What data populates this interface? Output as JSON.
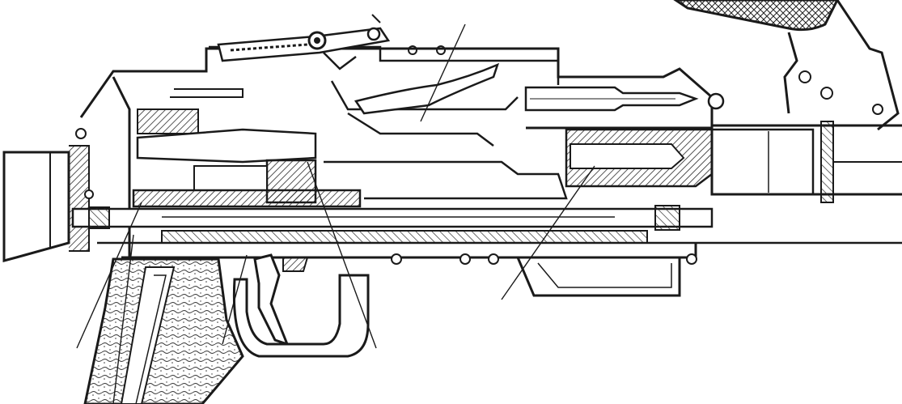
{
  "figure": {
    "kind": "technical cross-section line drawing (no printed text)",
    "ink_color": "#1a1a1a",
    "paper_color": "#ffffff",
    "hatch_color": "#2a2a2a",
    "parts": [
      {
        "id": "butt-socket",
        "icon": "tube-socket"
      },
      {
        "id": "receiver-housing",
        "icon": "receiver"
      },
      {
        "id": "feed-cover",
        "icon": "cover"
      },
      {
        "id": "feed-lever",
        "icon": "lever"
      },
      {
        "id": "cartridge",
        "icon": "cartridge"
      },
      {
        "id": "bolt",
        "icon": "bolt"
      },
      {
        "id": "bolt-carrier",
        "icon": "carrier"
      },
      {
        "id": "gas-piston-rod",
        "icon": "rod"
      },
      {
        "id": "recoil-spring",
        "icon": "spring"
      },
      {
        "id": "barrel",
        "icon": "barrel"
      },
      {
        "id": "trigger",
        "icon": "trigger"
      },
      {
        "id": "trigger-guard",
        "icon": "guard"
      },
      {
        "id": "pistol-grip",
        "icon": "grip"
      },
      {
        "id": "magazine-well",
        "icon": "well"
      },
      {
        "id": "carry-handle",
        "icon": "handle"
      }
    ],
    "leader_lines": 6
  }
}
